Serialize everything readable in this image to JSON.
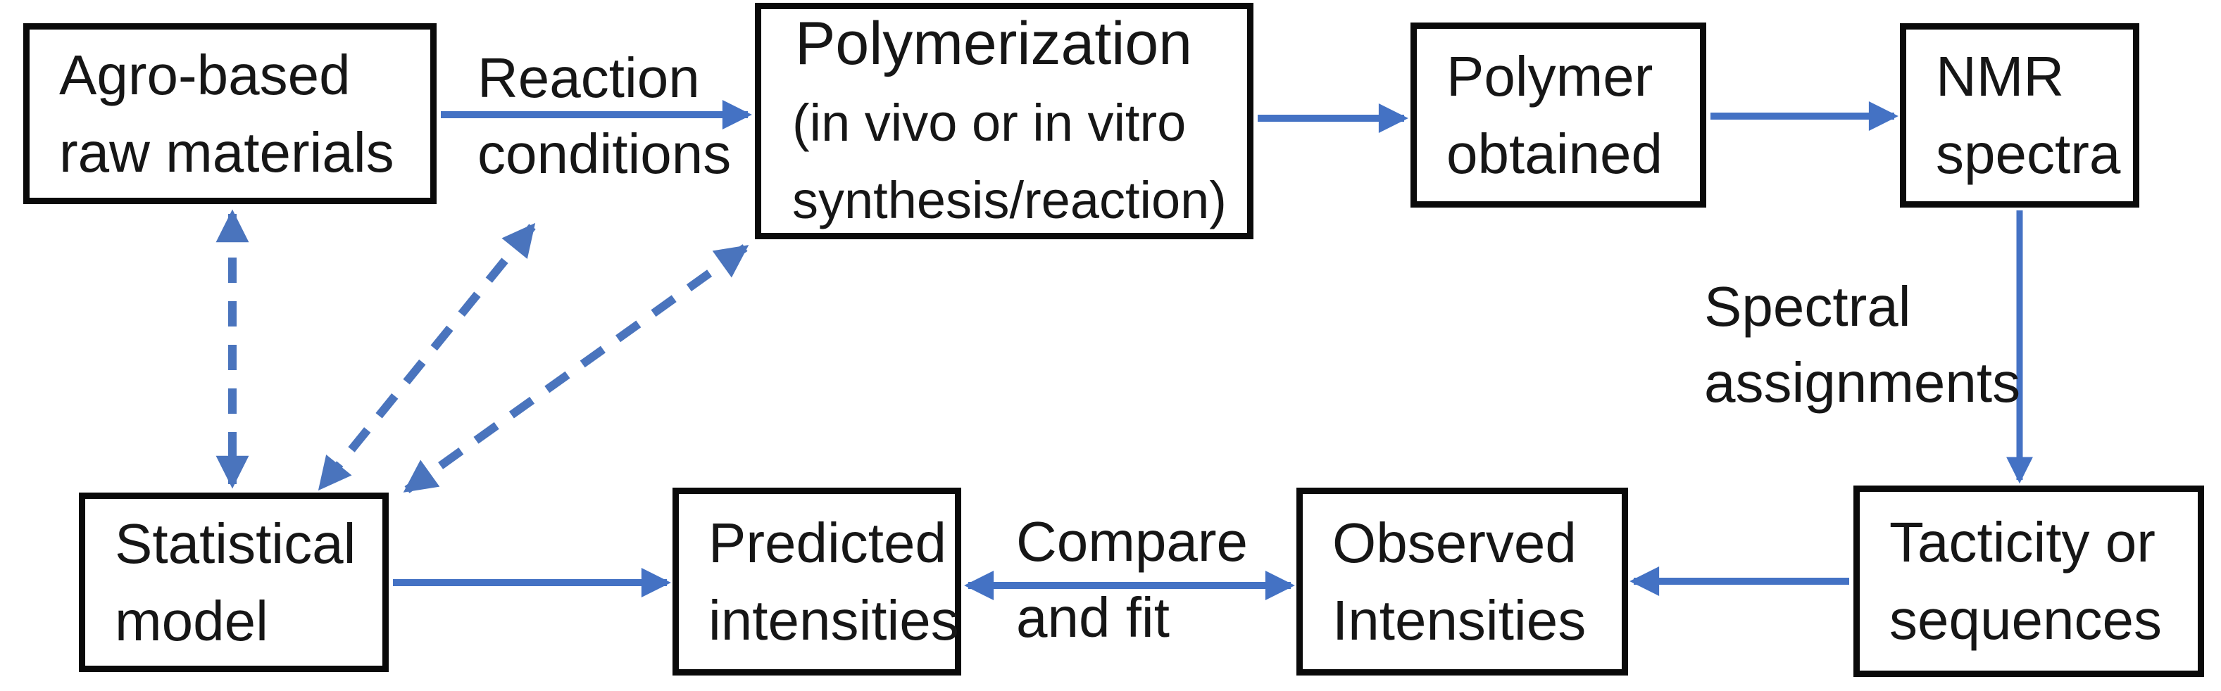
{
  "diagram": {
    "background": "#FFFFFF",
    "accent_color": "#4472C4",
    "box_border_color": "#0A0A0A",
    "text_color": "#161616"
  },
  "nodes": {
    "agro": {
      "label": "Agro-based\nraw materials"
    },
    "polymerization": {
      "title": "Polymerization",
      "subtitle": "(in vivo or in vitro\nsynthesis/reaction)"
    },
    "polymer_obtained": {
      "label": "Polymer\nobtained"
    },
    "nmr": {
      "label": "NMR\nspectra"
    },
    "statistical": {
      "label": "Statistical\nmodel"
    },
    "predicted": {
      "label": "Predicted\nintensities"
    },
    "observed": {
      "label": "Observed\nIntensities"
    },
    "tacticity": {
      "label": "Tacticity or\nsequences"
    }
  },
  "edge_labels": {
    "reaction_conditions": "Reaction\nconditions",
    "spectral_assignments": "Spectral\nassignments",
    "compare_and_fit": "Compare\nand fit"
  },
  "edges": [
    {
      "from": "Agro-based raw materials",
      "to": "Polymerization",
      "style": "solid",
      "heads": "end",
      "label": "Reaction conditions"
    },
    {
      "from": "Polymerization",
      "to": "Polymer obtained",
      "style": "solid",
      "heads": "end",
      "label": ""
    },
    {
      "from": "Polymer obtained",
      "to": "NMR spectra",
      "style": "solid",
      "heads": "end",
      "label": ""
    },
    {
      "from": "NMR spectra",
      "to": "Tacticity or sequences",
      "style": "solid",
      "heads": "end",
      "label": "Spectral assignments"
    },
    {
      "from": "Statistical model",
      "to": "Predicted intensities",
      "style": "solid",
      "heads": "end",
      "label": ""
    },
    {
      "from": "Predicted intensities",
      "to": "Observed Intensities",
      "style": "solid",
      "heads": "both",
      "label": "Compare and fit"
    },
    {
      "from": "Tacticity or sequences",
      "to": "Observed Intensities",
      "style": "solid",
      "heads": "end",
      "label": ""
    },
    {
      "from": "Statistical model",
      "to": "Agro-based raw materials",
      "style": "dashed",
      "heads": "both",
      "label": ""
    },
    {
      "from": "Statistical model",
      "to": "Reaction conditions",
      "style": "dashed",
      "heads": "both",
      "label": ""
    },
    {
      "from": "Statistical model",
      "to": "Polymerization",
      "style": "dashed",
      "heads": "both",
      "label": ""
    }
  ]
}
